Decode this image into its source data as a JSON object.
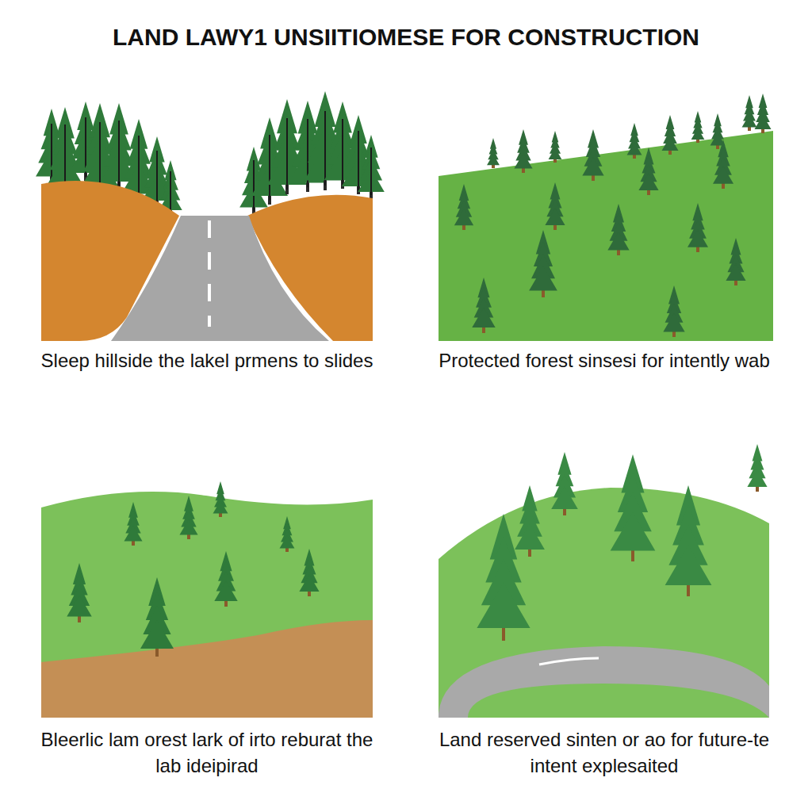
{
  "diagram": {
    "title": "LAND LAWY1 UNSIITIOMESE FOR CONSTRUCTION",
    "labels": [
      "Sleep hillside the lakel prmens to slides",
      "Protected forest sinsesi for intently wab",
      "Bleerlic lam orest lark of irto reburat the lab ideipirad",
      "Land reserved sinten or ao for future-te intent explesaited"
    ]
  }
}
